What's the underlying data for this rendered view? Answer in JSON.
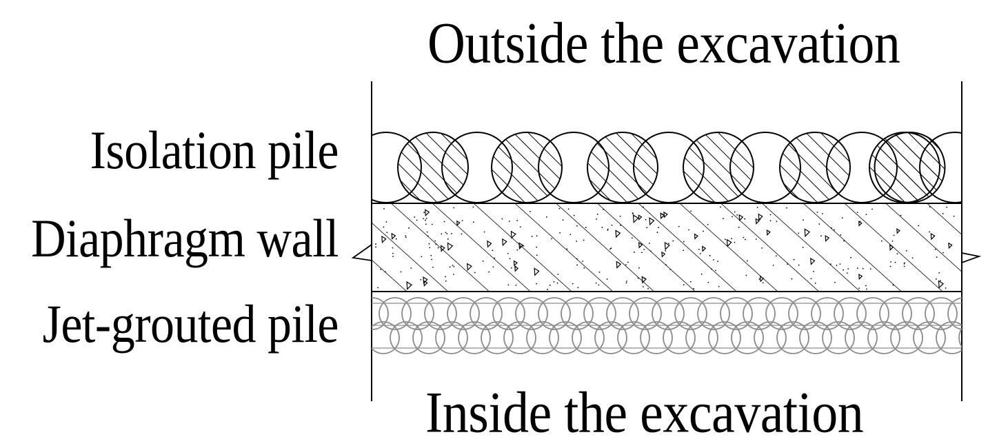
{
  "diagram": {
    "top_caption": "Outside the excavation",
    "bottom_caption": "Inside the excavation",
    "layers": [
      {
        "label": "Isolation pile"
      },
      {
        "label": "Diaphragm wall"
      },
      {
        "label": "Jet-grouted pile"
      }
    ]
  },
  "colors": {
    "ink": "#000000",
    "jet_grout_ink": "#8c8c8c",
    "background": "#ffffff"
  }
}
